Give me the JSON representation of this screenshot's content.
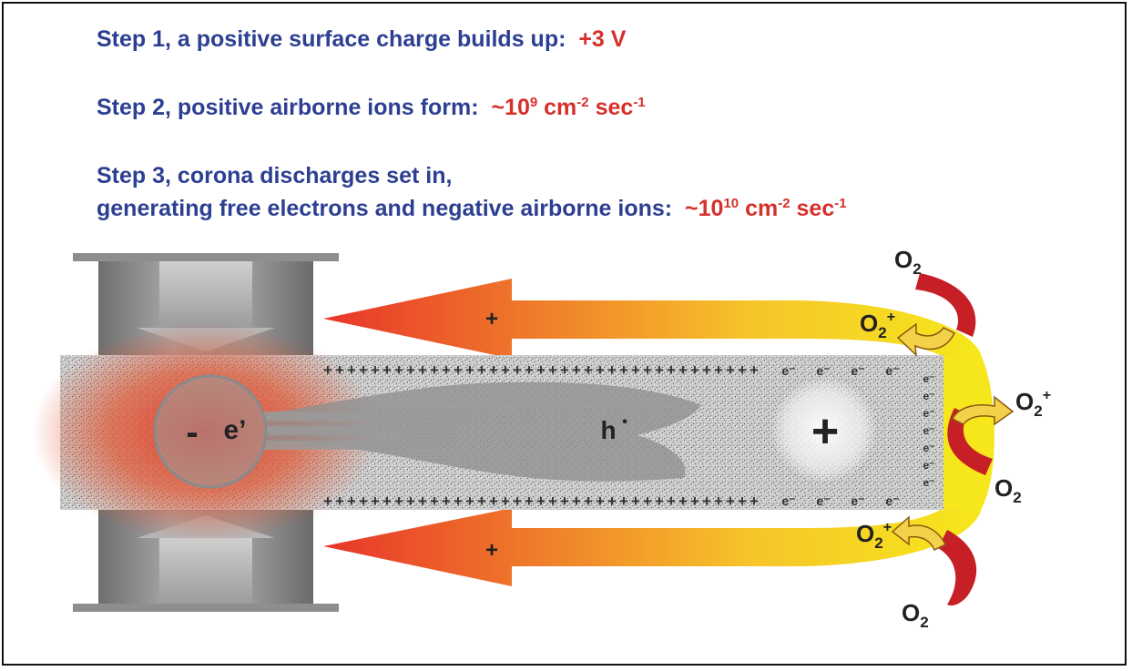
{
  "steps": [
    {
      "text": "Step 1, a positive surface charge builds up:",
      "value": "+3 V"
    },
    {
      "text": "Step 2, positive airborne ions form:",
      "value_base": "~10",
      "value_exp": "9",
      "value_unit1": " cm",
      "value_unit1_exp": "-2",
      "value_unit2": " sec",
      "value_unit2_exp": "-1"
    },
    {
      "text_line1": "Step 3, corona discharges set in,",
      "text_line2": "generating free electrons and negative airborne ions:",
      "value_base": "~10",
      "value_exp": "10",
      "value_unit1": " cm",
      "value_unit1_exp": "-2",
      "value_unit2": " sec",
      "value_unit2_exp": "-1"
    }
  ],
  "diagram": {
    "electron_label": "e’",
    "electron_sign": "-",
    "hole_label": "h",
    "hole_dot": "•",
    "positive_center_sign": "+",
    "arrow_sign": "+",
    "surface_plus": "+",
    "surface_electron": "e⁻",
    "o2_label": "O",
    "o2_sub": "2",
    "o2_plus": "+"
  },
  "colors": {
    "text_blue": "#2d3f92",
    "value_red": "#d6302b",
    "arrow_red": "#e8352a",
    "arrow_yellow": "#f6e71c",
    "curved_arrow_red": "#c62026",
    "piston_gray": "#8e8e8e"
  }
}
